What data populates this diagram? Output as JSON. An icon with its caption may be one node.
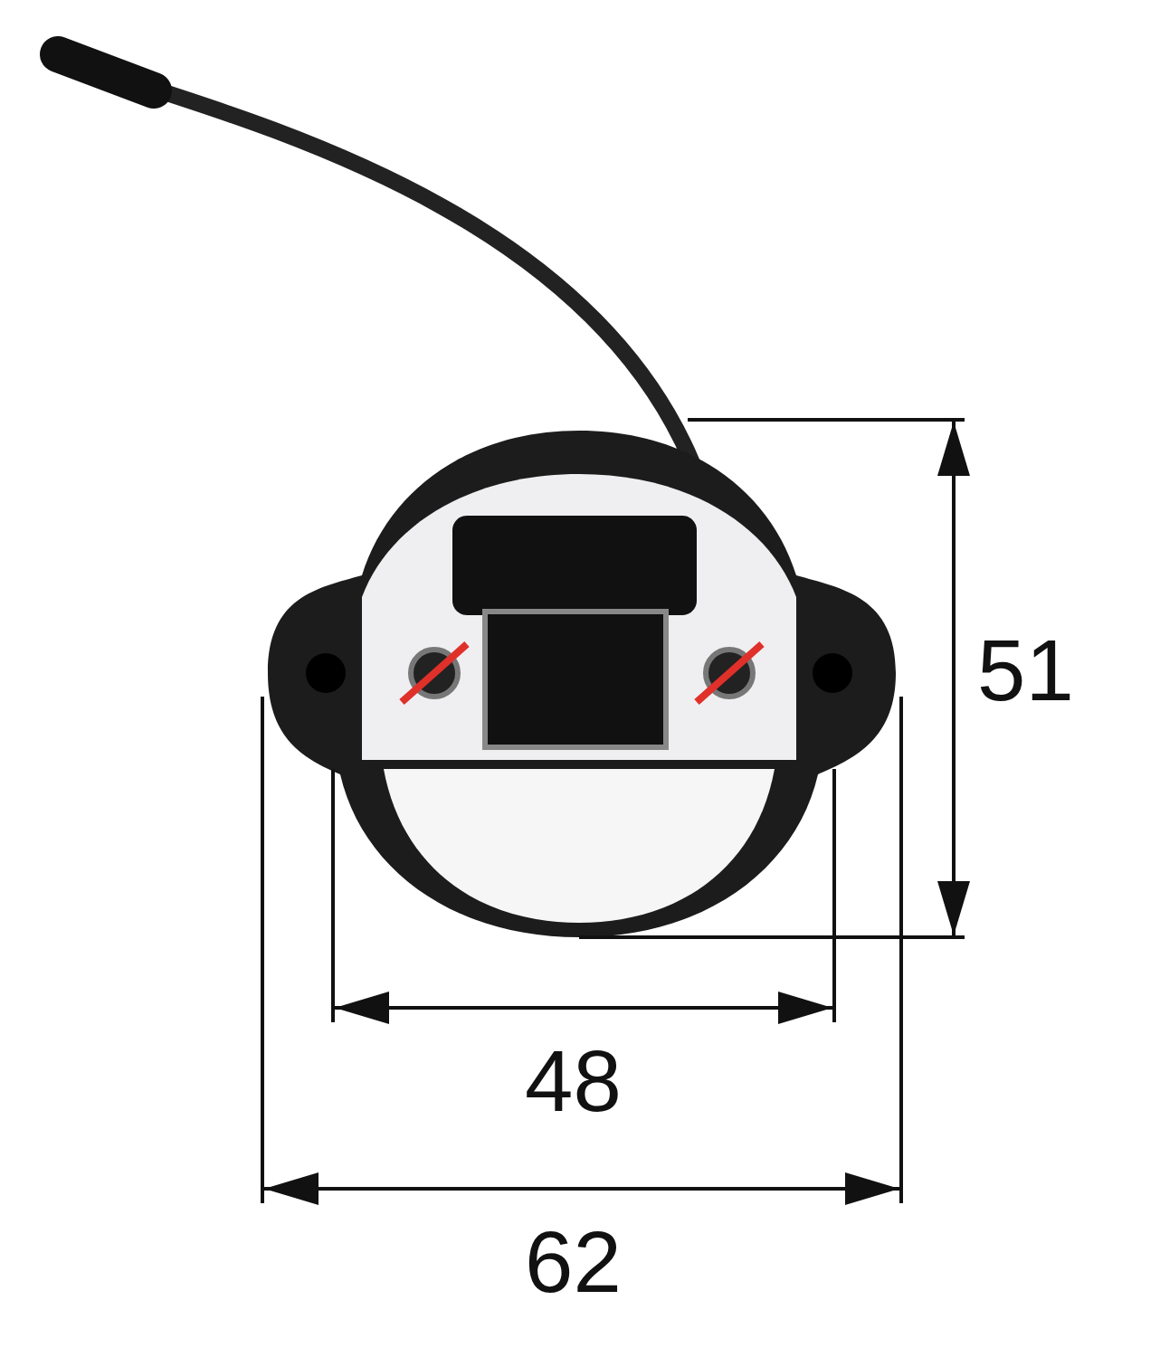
{
  "diagram": {
    "labels": [
      "51",
      "48",
      "62"
    ]
  }
}
